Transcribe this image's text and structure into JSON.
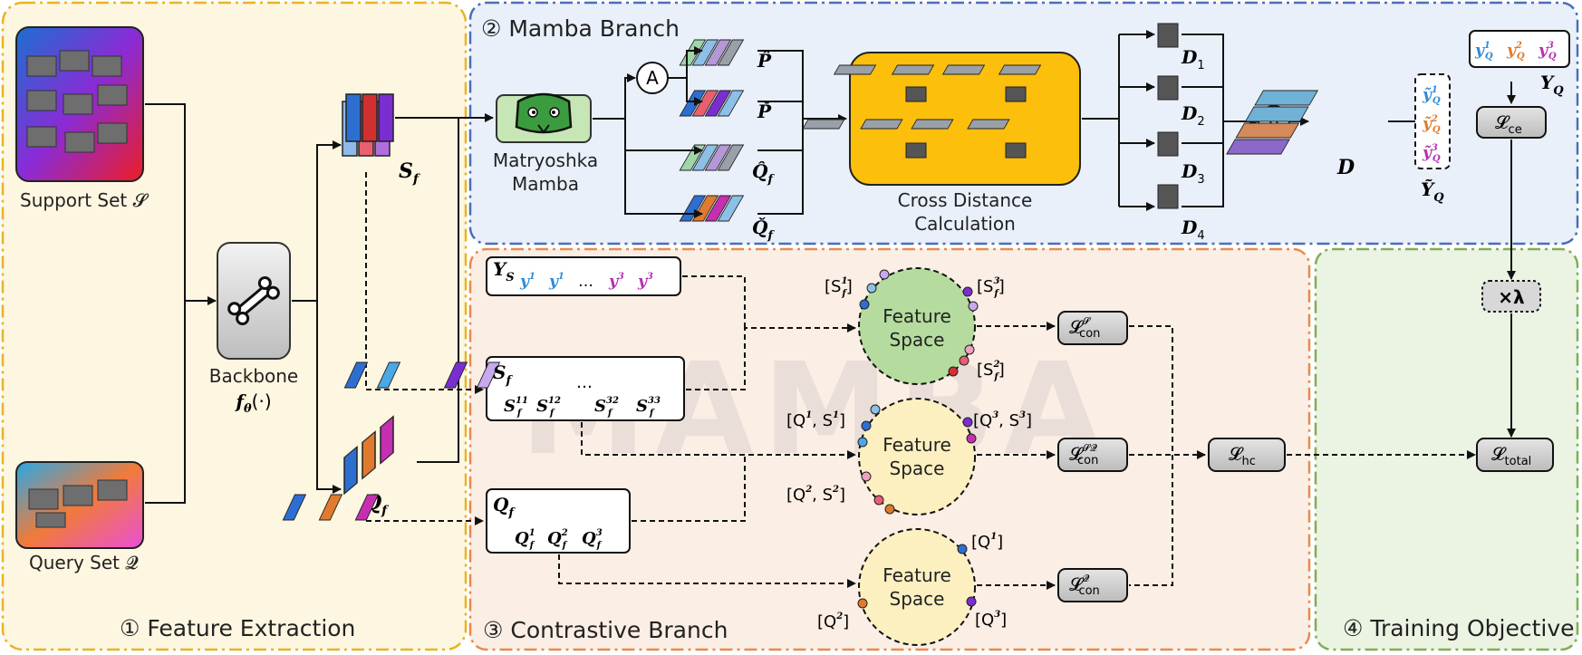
{
  "panels": {
    "feature_extraction": "① Feature Extraction",
    "mamba_branch": "② Mamba Branch",
    "contrastive_branch": "③ Contrastive Branch",
    "training_objective": "④ Training Objective"
  },
  "inputs": {
    "support_set": "Support Set 𝓢",
    "query_set": "Query Set 𝓠"
  },
  "backbone": {
    "label": "Backbone",
    "func": "f",
    "func_sub": "θ",
    "func_arg": "(·)"
  },
  "features": {
    "S_f": "S",
    "S_f_sub": "f",
    "Q_f": "Q",
    "Q_f_sub": "f"
  },
  "mamba": {
    "module": "Matryoshka",
    "module_2": "Mamba",
    "aggregate": "A",
    "outputs": [
      "P̂",
      "P̌",
      "Q̂",
      "Q̌"
    ],
    "output_sub": "f",
    "cross_distance": "Cross Distance",
    "cross_distance_2": "Calculation",
    "distances": [
      "D",
      "D",
      "D",
      "D"
    ],
    "distance_subs": [
      "1",
      "2",
      "3",
      "4"
    ],
    "D": "D",
    "Y_tilde": "Ỹ",
    "Y_tilde_sub": "Q",
    "y_tilde": [
      "ỹ",
      "ỹ",
      "ỹ"
    ],
    "Y_Q": "Y",
    "Y_Q_sub": "Q",
    "y_Q": [
      "y",
      "y",
      "y"
    ],
    "sup": [
      "1",
      "2",
      "3"
    ],
    "q_sub": "Q"
  },
  "contrastive": {
    "Ys": "Y",
    "Ys_sub": "S",
    "ys_items": [
      "y",
      "y",
      "…",
      "y",
      "y"
    ],
    "ys_sups": [
      "1",
      "1",
      "",
      "3",
      "3"
    ],
    "ys_sub": "S",
    "Sf": "S",
    "Sf_sub": "f",
    "Sf_items": [
      "S",
      "S",
      "S",
      "S"
    ],
    "Sf_sups": [
      "11",
      "12",
      "32",
      "33"
    ],
    "Sf_dots": "…",
    "Qf": "Q",
    "Qf_sub": "f",
    "Qf_items": [
      "Q",
      "Q",
      "Q"
    ],
    "Qf_sups": [
      "1",
      "2",
      "3"
    ],
    "feature_space": "Feature",
    "feature_space_2": "Space",
    "space1_labels": [
      "[S",
      "[S",
      "[S"
    ],
    "space1_sups": [
      "1",
      "3",
      "2"
    ],
    "space2_labels": [
      "[Q",
      "[Q",
      "[Q"
    ],
    "space2_sups": [
      "1",
      "3",
      "2"
    ],
    "space2_pair": [
      ", S",
      ", S",
      ", S"
    ],
    "space3_labels": [
      "[Q",
      "[Q",
      "[Q"
    ],
    "space3_sups": [
      "1",
      "2",
      "3"
    ],
    "f": "f",
    "close": "]"
  },
  "losses": {
    "L": "𝓛",
    "con_S_sup": "𝓢",
    "con_SQ_sup": "𝓢𝓠",
    "con_Q_sup": "𝓠",
    "con": "con",
    "hc": "hc",
    "ce": "ce",
    "total": "total",
    "lambda": "×λ"
  },
  "watermark": "MAMBA"
}
